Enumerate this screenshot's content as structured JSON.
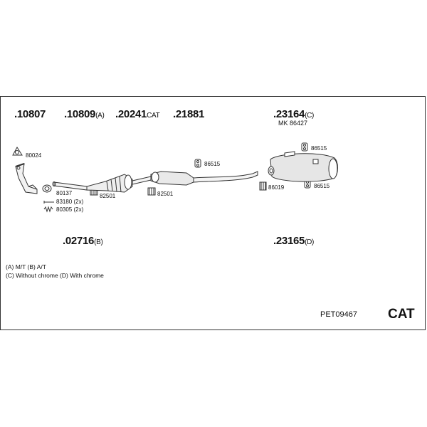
{
  "parts": [
    {
      "number": ".10807",
      "suffix": ""
    },
    {
      "number": ".10809",
      "suffix": "(A)"
    },
    {
      "number": ".20241",
      "suffix": "CAT"
    },
    {
      "number": ".21881",
      "suffix": ""
    },
    {
      "number": ".23164",
      "suffix": "(C)"
    },
    {
      "number": ".02716",
      "suffix": "(B)"
    },
    {
      "number": ".23165",
      "suffix": "(D)"
    }
  ],
  "mk_label": "MK 86427",
  "small_labels": {
    "p80024": "80024",
    "p80137": "80137",
    "p83180": "83180 (2x)",
    "p80305": "80305 (2x)",
    "p82501a": "82501",
    "p82501b": "82501",
    "p86515a": "86515",
    "p86515b": "86515",
    "p86515c": "86515",
    "p86019": "86019"
  },
  "legend": {
    "line1": "(A) M/T (B) A/T",
    "line2": "(C) Without chrome (D) With chrome"
  },
  "reference": "PET09467",
  "badge": "CAT"
}
